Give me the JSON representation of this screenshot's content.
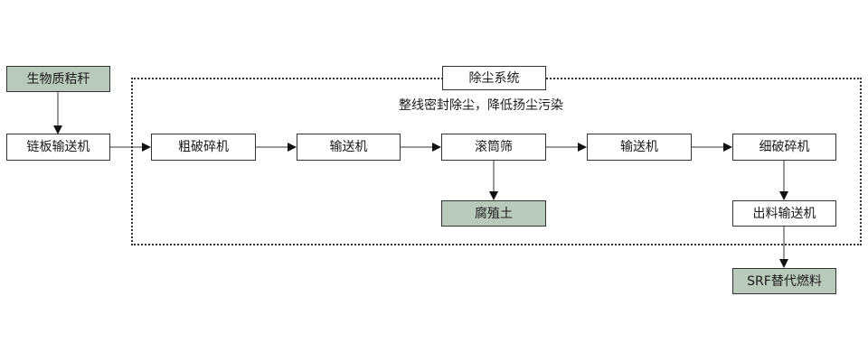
{
  "diagram": {
    "input_label": "生物质秸秆",
    "enclosure_title": "除尘系统",
    "enclosure_note": "整线密封除尘，降低扬尘污染",
    "nodes": {
      "chain_conveyor": "链板输送机",
      "coarse_crusher": "粗破碎机",
      "conveyor_1": "输送机",
      "drum_screen": "滚筒筛",
      "conveyor_2": "输送机",
      "fine_crusher": "细破碎机",
      "humus": "腐殖土",
      "discharge_conveyor": "出料输送机",
      "srf_output": "SRF替代燃料"
    },
    "colors": {
      "product_fill": "#b9c9bc",
      "stroke": "#333333"
    }
  }
}
